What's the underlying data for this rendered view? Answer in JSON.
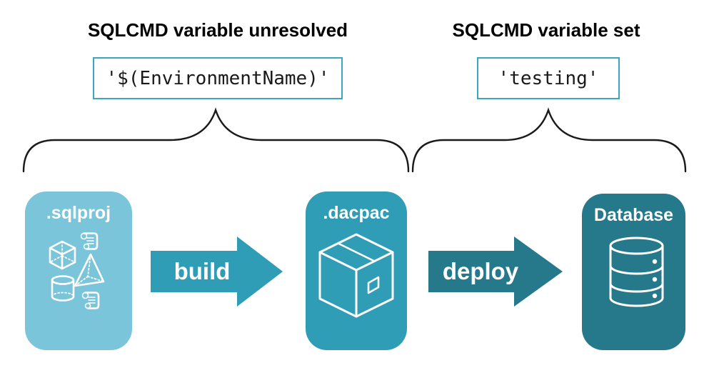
{
  "diagram": {
    "left_group": {
      "heading": "SQLCMD variable unresolved",
      "code": "'$(EnvironmentName)'"
    },
    "right_group": {
      "heading": "SQLCMD variable set",
      "code": "'testing'"
    },
    "pipeline": {
      "nodes": [
        {
          "label": ".sqlproj",
          "icon": "sql-project-objects-icon",
          "fill": "#7ac5da"
        },
        {
          "label": ".dacpac",
          "icon": "package-box-icon",
          "fill": "#2f9db6"
        },
        {
          "label": "Database",
          "icon": "database-cylinder-icon",
          "fill": "#26798a"
        }
      ],
      "arrows": [
        {
          "label": "build",
          "fill": "#2f9db6"
        },
        {
          "label": "deploy",
          "fill": "#26798a"
        }
      ]
    },
    "colors": {
      "background": "#ffffff",
      "heading_text": "#000000",
      "code_text": "#1a1a1a",
      "code_box_border": "#3ba6bf",
      "brace_stroke": "#1a1a1a",
      "node_label_text": "#ffffff",
      "arrow_label_text": "#ffffff",
      "icon_stroke": "#ffffff"
    }
  }
}
